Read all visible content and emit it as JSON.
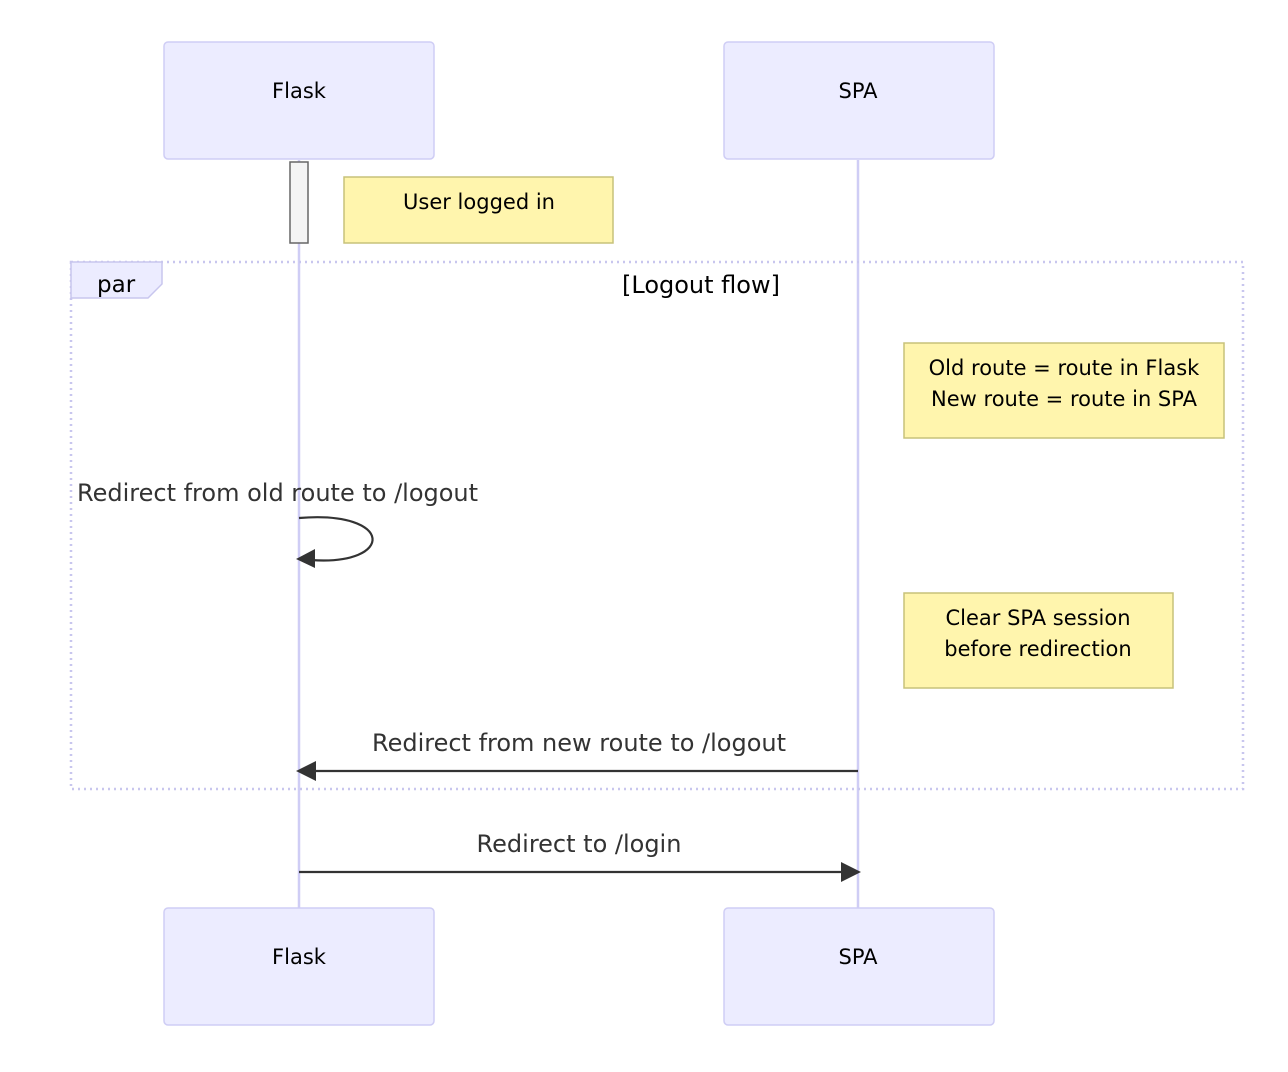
{
  "participants": {
    "flask": "Flask",
    "spa": "SPA"
  },
  "notes": {
    "user_logged_in": "User logged in",
    "routes_line1": "Old route = route in Flask",
    "routes_line2": "New route = route in SPA",
    "clear_line1": "Clear SPA session",
    "clear_line2": "before redirection"
  },
  "frame": {
    "keyword": "par",
    "condition": "[Logout flow]"
  },
  "messages": {
    "self_redirect": "Redirect from old route to /logout",
    "spa_to_flask": "Redirect from new route to /logout",
    "flask_to_spa": "Redirect to /login"
  },
  "colors": {
    "actor_fill": "#ececff",
    "actor_border": "#cfcdf5",
    "note_fill": "#fff5ad",
    "note_border": "#c7c27a",
    "arrow": "#333333"
  }
}
